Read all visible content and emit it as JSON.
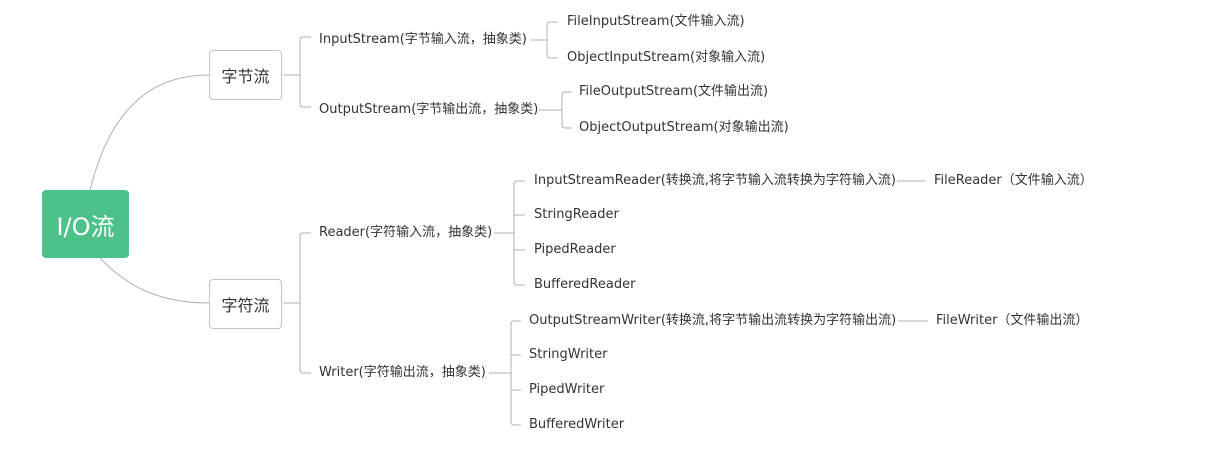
{
  "root": {
    "label": "I/O流"
  },
  "byte": {
    "label": "字节流",
    "input": {
      "label": "InputStream(字节输入流，抽象类)",
      "children": [
        "FileInputStream(文件输入流)",
        "ObjectInputStream(对象输入流)"
      ]
    },
    "output": {
      "label": "OutputStream(字节输出流，抽象类)",
      "children": [
        "FileOutputStream(文件输出流)",
        "ObjectOutputStream(对象输出流)"
      ]
    }
  },
  "char": {
    "label": "字符流",
    "reader": {
      "label": "Reader(字符输入流，抽象类)",
      "children": [
        "InputStreamReader(转换流,将字节输入流转换为字符输入流)",
        "StringReader",
        "PipedReader",
        "BufferedReader"
      ],
      "sub": "FileReader（文件输入流）"
    },
    "writer": {
      "label": "Writer(字符输出流，抽象类)",
      "children": [
        "OutputStreamWriter(转换流,将字节输出流转换为字符输出流)",
        "StringWriter",
        "PipedWriter",
        "BufferedWriter"
      ],
      "sub": "FileWriter（文件输出流）"
    }
  },
  "colors": {
    "root_fill": "#4cc28a",
    "line": "#b0b0b0",
    "box_border": "#c4c4c4",
    "text": "#333333"
  }
}
